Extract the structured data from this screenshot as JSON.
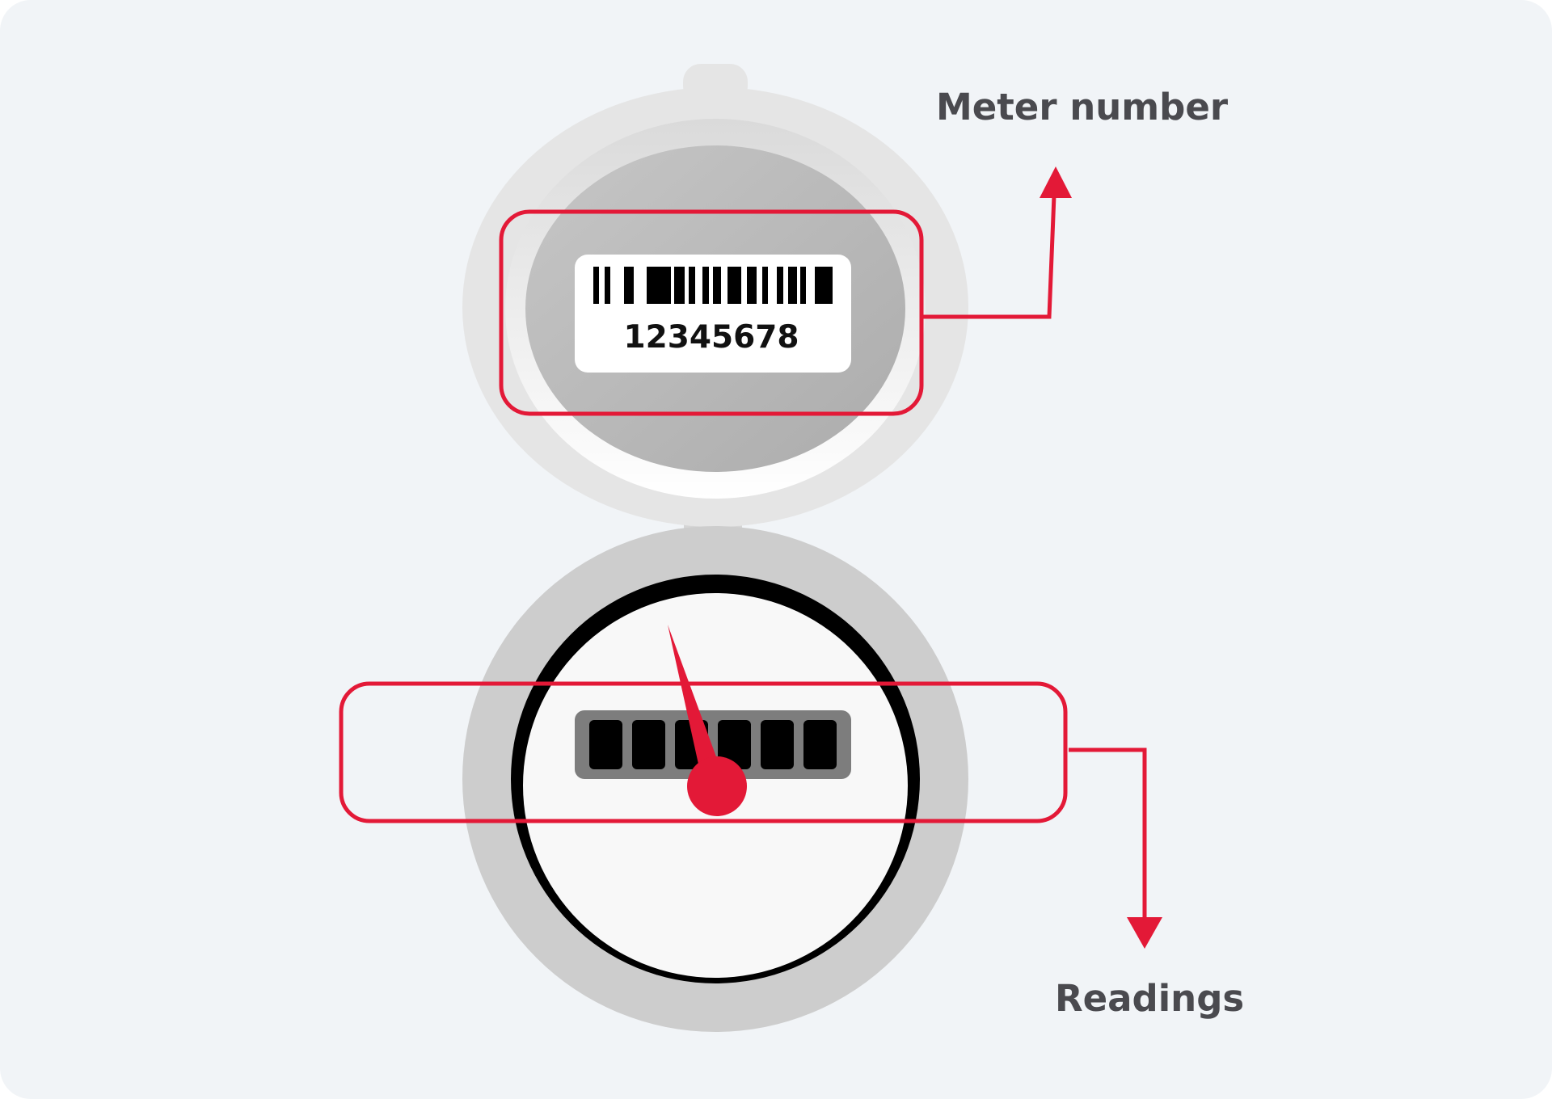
{
  "labels": {
    "meter_number": "Meter number",
    "readings": "Readings"
  },
  "meter": {
    "serial_number": "12345678",
    "odometer_digit_windows": 6
  },
  "colors": {
    "background": "#f1f4f7",
    "housing": "#cdcdcd",
    "lid": "#e5e5e5",
    "lid_inner": "#b9b9b9",
    "dial_face": "#f8f8f8",
    "dial_rim": "#000000",
    "odometer_frame": "#7d7d7d",
    "digit_window": "#000000",
    "highlight": "#e31937",
    "label_text": "#4a4a4f",
    "sticker": "#ffffff"
  }
}
